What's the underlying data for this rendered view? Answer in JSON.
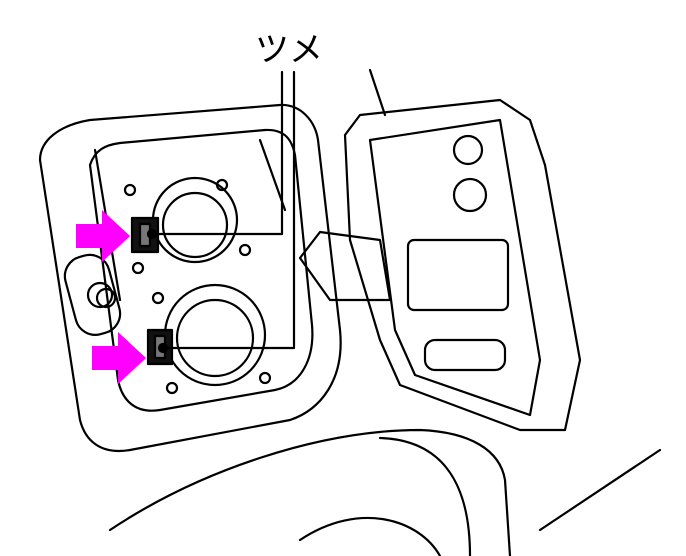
{
  "callout": {
    "label": "ツメ"
  },
  "colors": {
    "arrow": "#ff00ff",
    "line": "#000000"
  },
  "arrows": [
    {
      "name": "upper-clip-arrow"
    },
    {
      "name": "lower-clip-arrow"
    }
  ]
}
